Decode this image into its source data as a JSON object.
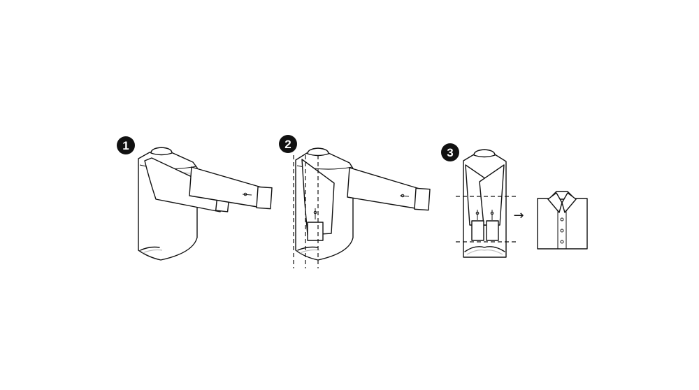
{
  "steps": [
    {
      "number": "1"
    },
    {
      "number": "2"
    },
    {
      "number": "3"
    }
  ],
  "arrow_glyph": "→"
}
